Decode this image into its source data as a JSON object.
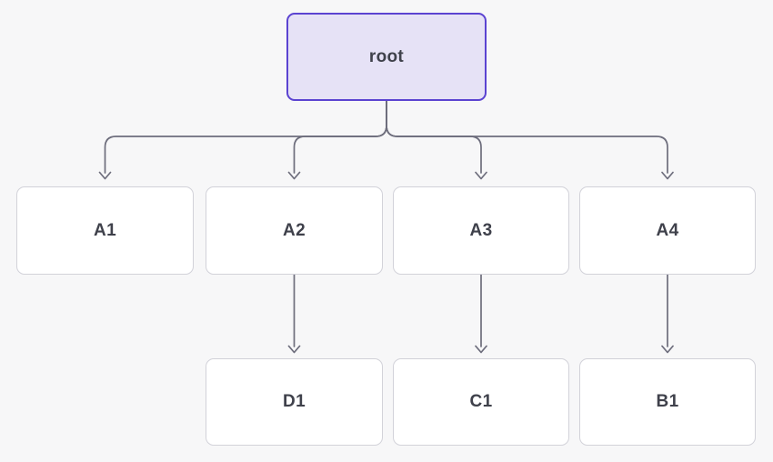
{
  "diagram": {
    "type": "tree",
    "nodes": {
      "root": {
        "label": "root"
      },
      "a1": {
        "label": "A1"
      },
      "a2": {
        "label": "A2"
      },
      "a3": {
        "label": "A3"
      },
      "a4": {
        "label": "A4"
      },
      "d1": {
        "label": "D1"
      },
      "c1": {
        "label": "C1"
      },
      "b1": {
        "label": "B1"
      }
    },
    "edges": [
      {
        "from": "root",
        "to": "A1"
      },
      {
        "from": "root",
        "to": "A2"
      },
      {
        "from": "root",
        "to": "A3"
      },
      {
        "from": "root",
        "to": "A4"
      },
      {
        "from": "A2",
        "to": "D1"
      },
      {
        "from": "A3",
        "to": "C1"
      },
      {
        "from": "A4",
        "to": "B1"
      }
    ],
    "colors": {
      "background": "#f7f7f8",
      "root_fill": "#e6e2f6",
      "root_border": "#5b43d1",
      "node_fill": "#ffffff",
      "node_border": "#d2d2d9",
      "edge": "#6d6d7c",
      "text": "#3f414b"
    }
  }
}
